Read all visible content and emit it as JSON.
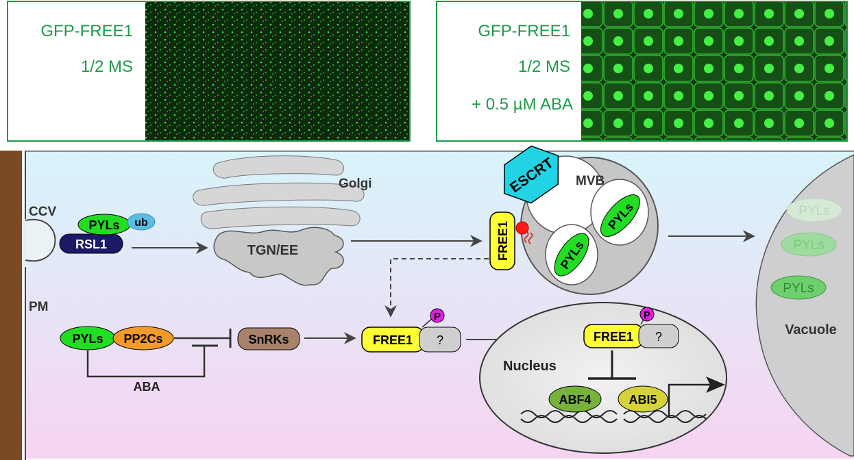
{
  "panels": {
    "left": {
      "line1": "GFP-FREE1",
      "line2": "1/2 MS"
    },
    "right": {
      "line1": "GFP-FREE1",
      "line2": "1/2 MS",
      "line3": "+ 0.5 µM ABA"
    }
  },
  "labels": {
    "ccv": "CCV",
    "pm": "PM",
    "golgi": "Golgi",
    "tgn": "TGN/EE",
    "mvb": "MVB",
    "escrt": "ESCRT",
    "vacuole": "Vacuole",
    "nucleus": "Nucleus",
    "aba": "ABA"
  },
  "proteins": {
    "pyls": "PYLs",
    "ub": "ub",
    "rsl1": "RSL1",
    "pp2cs": "PP2Cs",
    "snrks": "SnRKs",
    "free1": "FREE1",
    "phospho": "P",
    "unknown": "?",
    "abf4": "ABF4",
    "abi5": "ABI5"
  },
  "colors": {
    "panel_border": "#1f9a4a",
    "label_green": "#1f9a4a",
    "pyls_fill": "#22dd22",
    "free1_fill": "#ffff33",
    "pp2cs_fill": "#f39a2a",
    "snrks_fill": "#a8826a",
    "rsl1_fill": "#1a1a66",
    "ub_fill": "#5bbde4",
    "escrt_fill": "#22d3e6",
    "phospho_fill": "#e020e0",
    "abf4_fill": "#77b33b",
    "abi5_fill": "#d4d43a",
    "wall": "#7b4a24"
  }
}
